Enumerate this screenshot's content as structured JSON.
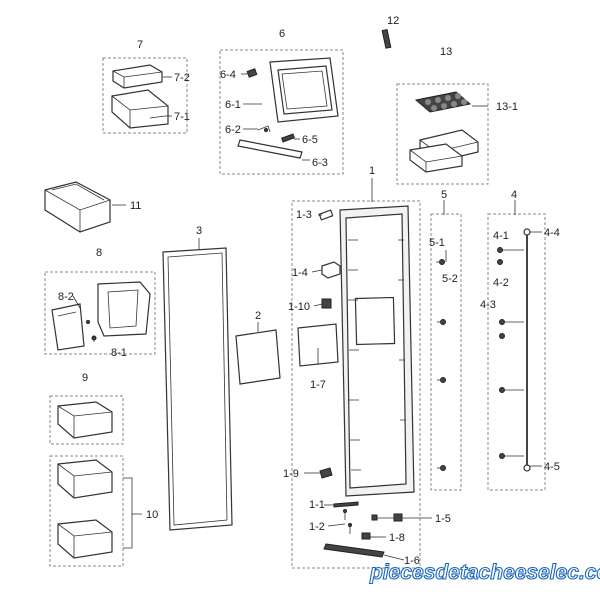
{
  "labels": {
    "l1": "1",
    "l1_1": "1-1",
    "l1_2": "1-2",
    "l1_3": "1-3",
    "l1_4": "1-4",
    "l1_5": "1-5",
    "l1_6": "1-6",
    "l1_7": "1-7",
    "l1_8": "1-8",
    "l1_9": "1-9",
    "l1_10": "1-10",
    "l2": "2",
    "l3": "3",
    "l4": "4",
    "l4_1": "4-1",
    "l4_2": "4-2",
    "l4_3": "4-3",
    "l4_4": "4-4",
    "l4_5": "4-5",
    "l5": "5",
    "l5_1": "5-1",
    "l5_2": "5-2",
    "l6": "6",
    "l6_1": "6-1",
    "l6_2": "6-2",
    "l6_3": "6-3",
    "l6_4": "6-4",
    "l6_5": "6-5",
    "l7": "7",
    "l7_1": "7-1",
    "l7_2": "7-2",
    "l8": "8",
    "l8_1": "8-1",
    "l8_2": "8-2",
    "l9": "9",
    "l10": "10",
    "l11": "11",
    "l12": "12",
    "l13": "13",
    "l13_1": "13-1"
  },
  "watermark": "piecesdetacheeselec.com"
}
